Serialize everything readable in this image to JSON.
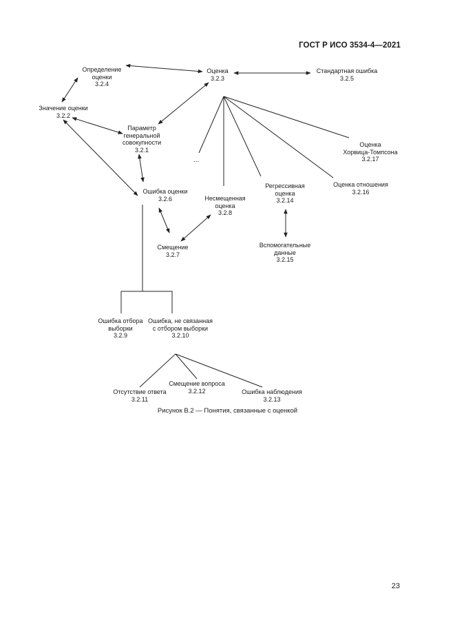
{
  "header": {
    "title": "ГОСТ Р ИСО 3534-4—2021"
  },
  "figure": {
    "caption": "Рисунок В.2 — Понятия, связанные с оценкой"
  },
  "page_number": "23",
  "nodes": {
    "opredelenie": {
      "lines": [
        "Определение",
        "оценки",
        "3.2.4"
      ]
    },
    "ocenka": {
      "lines": [
        "Оценка",
        "3.2.3"
      ]
    },
    "standartnaya": {
      "lines": [
        "Стандартная ошибка",
        "3.2.5"
      ]
    },
    "znachenie": {
      "lines": [
        "Значение оценки",
        "3.2.2"
      ]
    },
    "parametr": {
      "lines": [
        "Параметр",
        "генеральной",
        "совокупности",
        "3.2.1"
      ]
    },
    "horvic": {
      "lines": [
        "Оценка",
        "Хорвица-Томпсона",
        "3.2.17"
      ]
    },
    "ellipsis": {
      "lines": [
        "..."
      ]
    },
    "regress": {
      "lines": [
        "Регрессивная",
        "оценка",
        "3.2.14"
      ]
    },
    "otnosh": {
      "lines": [
        "Оценка отношения",
        "3.2.16"
      ]
    },
    "oshibka": {
      "lines": [
        "Ошибка оценки",
        "3.2.6"
      ]
    },
    "nesmesch": {
      "lines": [
        "Несмещенная",
        "оценка",
        "3.2.8"
      ]
    },
    "vspomog": {
      "lines": [
        "Вспомогательные",
        "данные",
        "3.2.15"
      ]
    },
    "smesch": {
      "lines": [
        "Смещение",
        "3.2.7"
      ]
    },
    "otbor": {
      "lines": [
        "Ошибка отбора",
        "выборки",
        "3.2.9"
      ]
    },
    "nesvyaz": {
      "lines": [
        "Ошибка, не связанная",
        "с отбором выборки",
        "3.2.10"
      ]
    },
    "otsutstvie": {
      "lines": [
        "Отсутствие ответа",
        "3.2.11"
      ]
    },
    "vopros": {
      "lines": [
        "Смещение вопроса",
        "3.2.12"
      ]
    },
    "nablyud": {
      "lines": [
        "Ошибка наблюдения",
        "3.2.13"
      ]
    }
  }
}
